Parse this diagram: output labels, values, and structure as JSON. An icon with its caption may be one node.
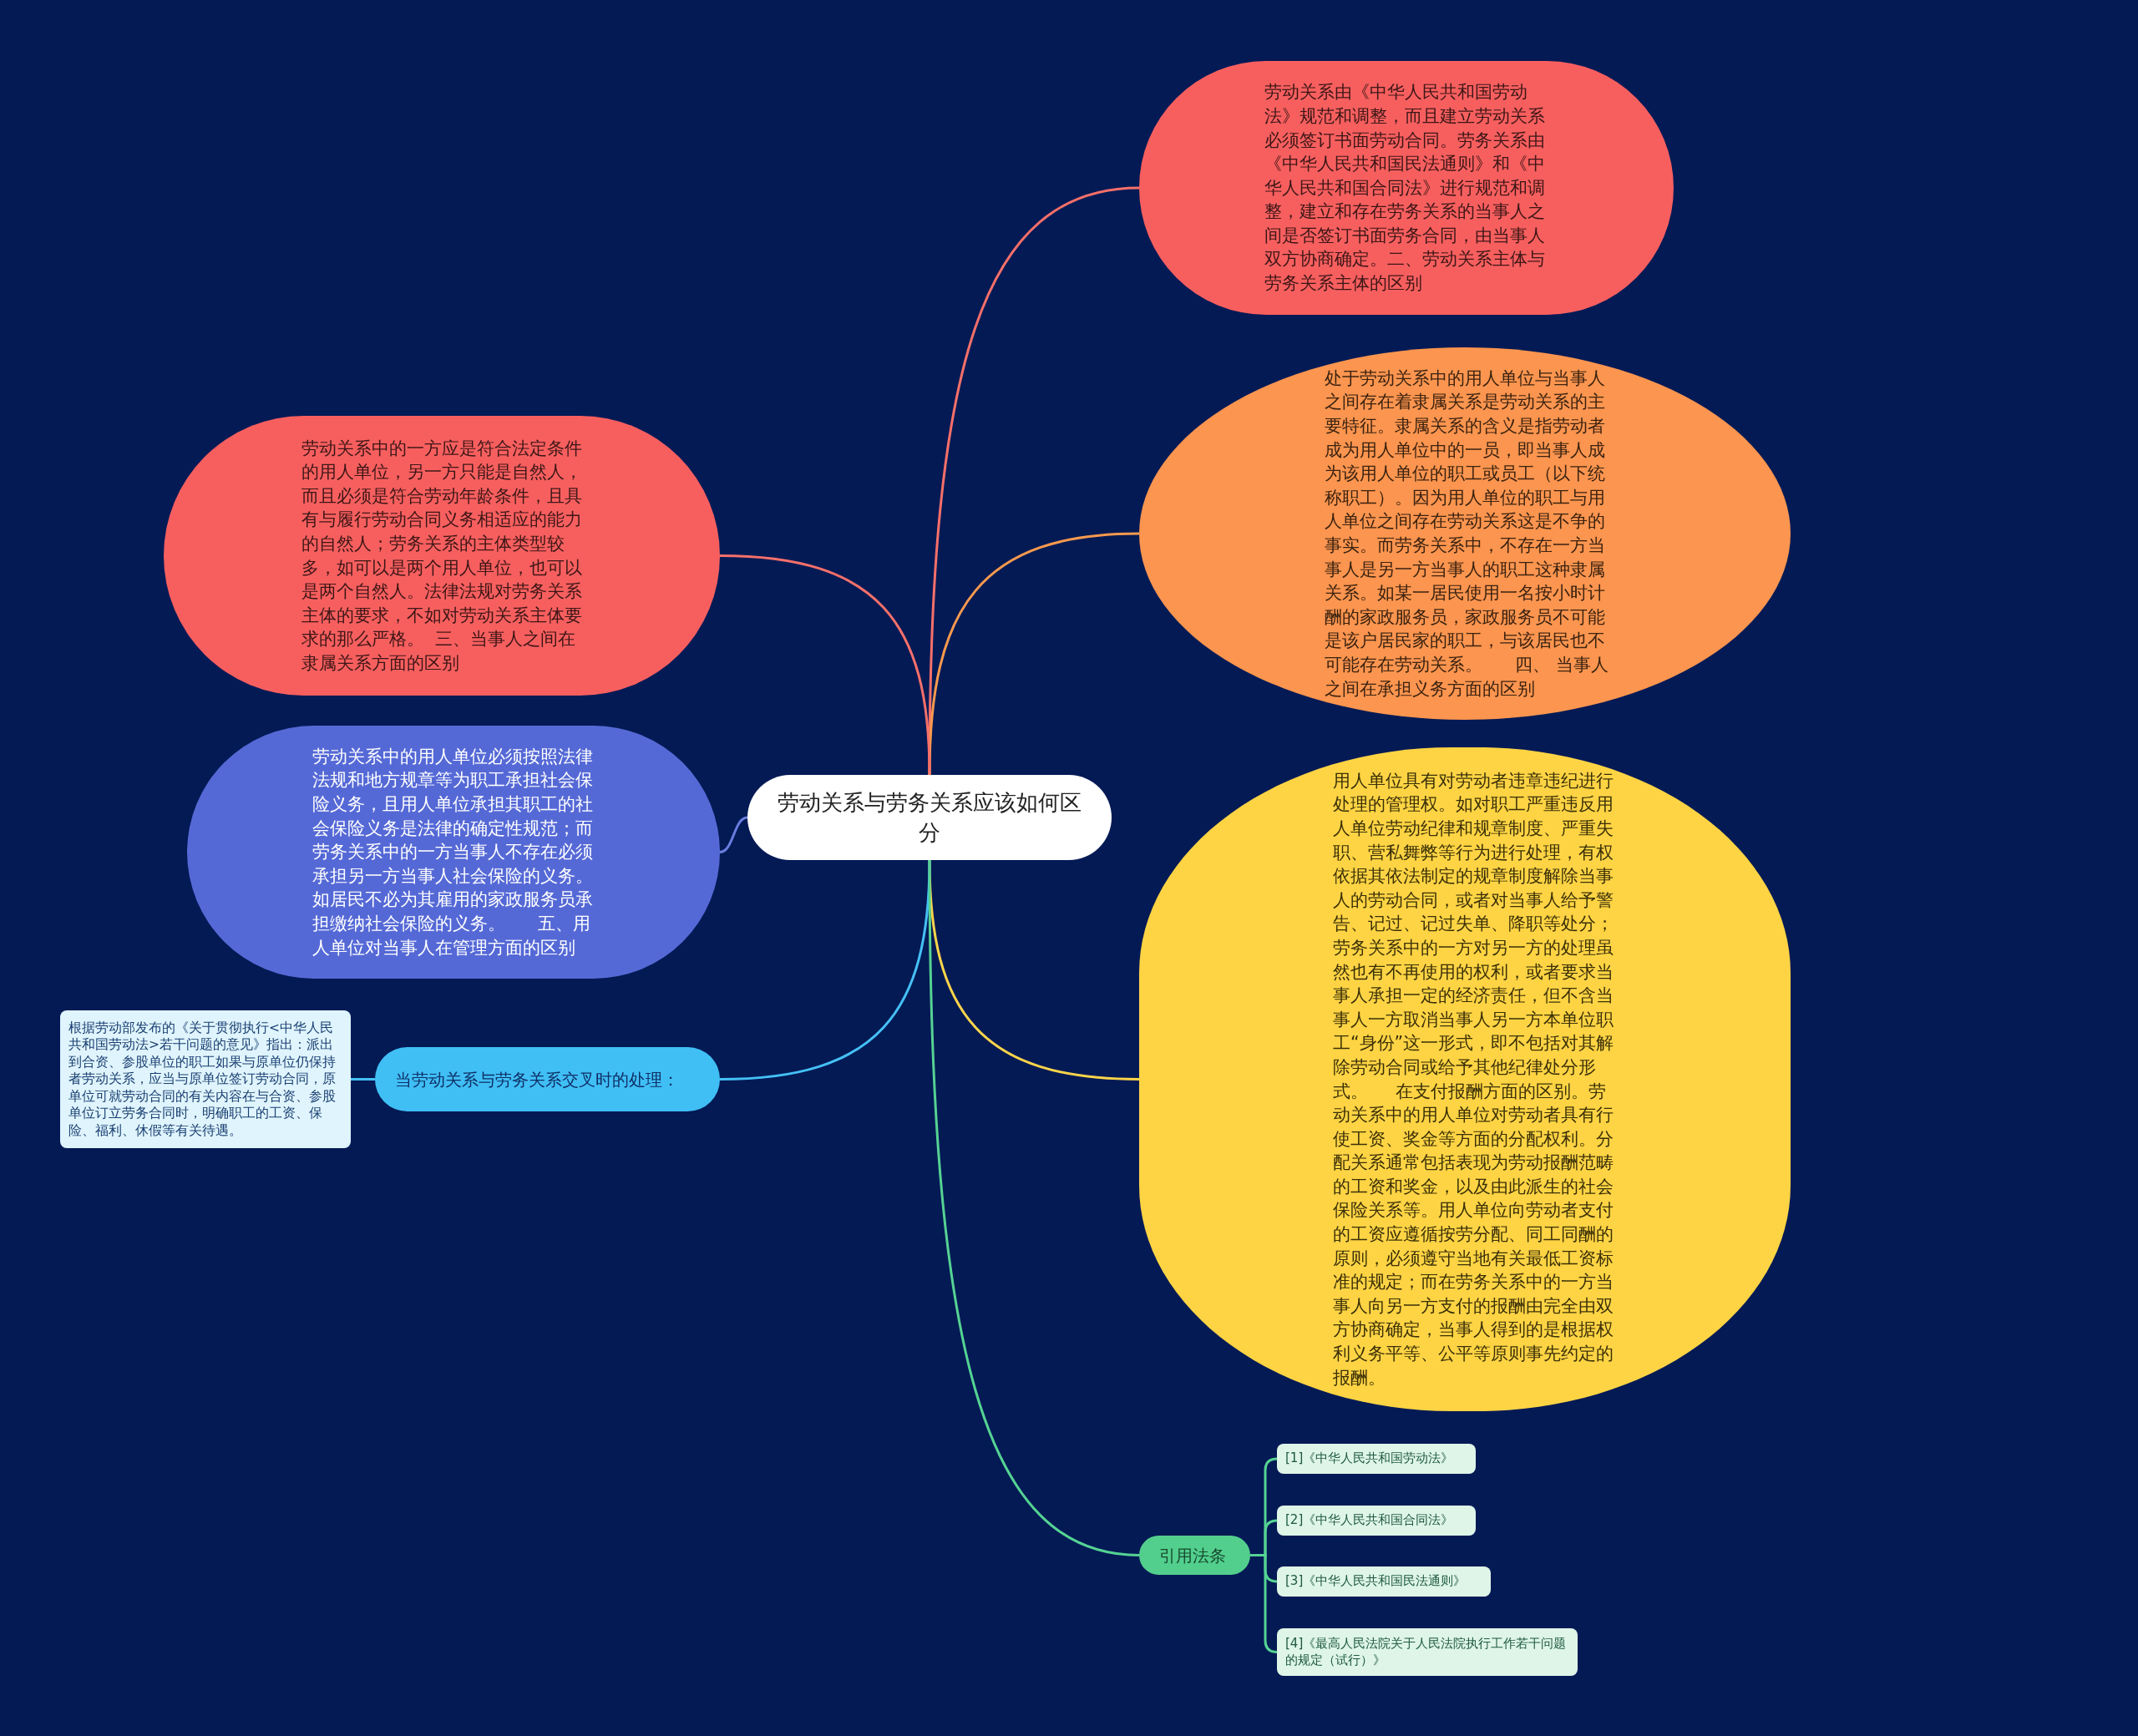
{
  "diagram": {
    "nodes": [
      {
        "text": [
          "劳动关系与劳务关系应该如何区分"
        ]
      },
      {
        "text": [
          "劳动关系由《中华人民共和国劳动法》规范和调整，而且建立劳动关系必须签订书面劳动合同。劳务关系由《中华人民共和国民法通则》和《中华人民共和国合同法》进行规范和调整，建立和存在劳务关系的当事人之间是否签订书面劳务合同，由当事人双方协商确定。二、劳动关系主体与劳务关系主体的区别"
        ]
      },
      {
        "text": [
          "处于劳动关系中的用人单位与当事人之间存在着隶属关系是劳动关系的主要特征。隶属关系的含义是指劳动者成为用人单位中的一员，即当事人成为该用人单位的职工或员工（以下统称职工）。因为用人单位的职工与用人单位之间存在劳动关系这是不争的事实。而劳务关系中，不存在一方当事人是另一方当事人的职工这种隶属关系。如某一居民使用一名按小时计酬的家政服务员，家政服务员不可能是该户居民家的职工，与该居民也不可能存在劳动关系。      四、 当事人之间在承担义务方面的区别"
        ]
      },
      {
        "text": [
          "用人单位具有对劳动者违章违纪进行处理的管理权。如对职工严重违反用人单位劳动纪律和规章制度、严重失职、营私舞弊等行为进行处理，有权依据其依法制定的规章制度解除当事人的劳动合同，或者对当事人给予警告、记过、记过失单、降职等处分；劳务关系中的一方对另一方的处理虽然也有不再使用的权利，或者要求当事人承担一定的经济责任，但不含当事人一方取消当事人另一方本单位职工“身份”这一形式，即不包括对其解除劳动合同或给予其他纪律处分形式。     在支付报酬方面的区别。劳动关系中的用人单位对劳动者具有行使工资、奖金等方面的分配权利。分配关系通常包括表现为劳动报酬范畴的工资和奖金，以及由此派生的社会保险关系等。用人单位向劳动者支付的工资应遵循按劳分配、同工同酬的原则，必须遵守当地有关最低工资标准的规定；而在劳务关系中的一方当事人向另一方支付的报酬由完全由双方协商确定，当事人得到的是根据权利义务平等、公平等原则事先约定的报酬。"
        ]
      },
      {
        "text": [
          "劳动关系中的一方应是符合法定条件的用人单位，另一方只能是自然人，而且必须是符合劳动年龄条件，且具有与履行劳动合同义务相适应的能力的自然人；劳务关系的主体类型较多，如可以是两个用人单位，也可以是两个自然人。法律法规对劳务关系主体的要求，不如对劳动关系主体要求的那么严格。  三、当事人之间在隶属关系方面的区别"
        ]
      },
      {
        "text": [
          "劳动关系中的用人单位必须按照法律法规和地方规章等为职工承担社会保险义务，且用人单位承担其职工的社会保险义务是法律的确定性规范；而劳务关系中的一方当事人不存在必须承担另一方当事人社会保险的义务。如居民不必为其雇用的家政服务员承担缴纳社会保险的义务。      五、用人单位对当事人在管理方面的区别"
        ]
      },
      {
        "text": [
          "当劳动关系与劳务关系交叉时的处理："
        ]
      },
      {
        "text": [
          "根据劳动部发布的《关于贯彻执行<中华人民共和国劳动法>若干问题的意见》指出：派出到合资、参股单位的职工如果与原单位仍保持者劳动关系，应当与原单位签订劳动合同，原单位可就劳动合同的有关内容在与合资、参股单位订立劳务合同时，明确职工的工资、保险、福利、休假等有关待遇。"
        ]
      },
      {
        "text": [
          "引用法条"
        ]
      },
      {
        "text": [
          "[1]《中华人民共和国劳动法》"
        ]
      },
      {
        "text": [
          "[2]《中华人民共和国合同法》"
        ]
      },
      {
        "text": [
          "[3]《中华人民共和国民法通则》"
        ]
      },
      {
        "text": [
          "[4]《最高人民法院关于人民法院执行工作若干问题的规定（试行）》"
        ]
      }
    ],
    "edges": [
      {
        "from": 0,
        "to": 1,
        "arrow": "none",
        "color": "#f7706a"
      },
      {
        "from": 0,
        "to": 2,
        "arrow": "none",
        "color": "#f99a4e"
      },
      {
        "from": 0,
        "to": 3,
        "arrow": "none",
        "color": "#fdd54a"
      },
      {
        "from": 0,
        "to": 4,
        "arrow": "none",
        "color": "#f7706a"
      },
      {
        "from": 0,
        "to": 5,
        "arrow": "none",
        "color": "#6a7ee0"
      },
      {
        "from": 0,
        "to": 6,
        "arrow": "none",
        "color": "#45c0f5"
      },
      {
        "from": 6,
        "to": 7,
        "arrow": "none",
        "color": "#45c0f5"
      },
      {
        "from": 0,
        "to": 8,
        "arrow": "none",
        "color": "#55d393"
      },
      {
        "from": 8,
        "to": 9,
        "arrow": "none",
        "color": "#55d393"
      },
      {
        "from": 8,
        "to": 10,
        "arrow": "none",
        "color": "#55d393"
      },
      {
        "from": 8,
        "to": 11,
        "arrow": "none",
        "color": "#55d393"
      },
      {
        "from": 8,
        "to": 12,
        "arrow": "none",
        "color": "#55d393"
      }
    ]
  }
}
